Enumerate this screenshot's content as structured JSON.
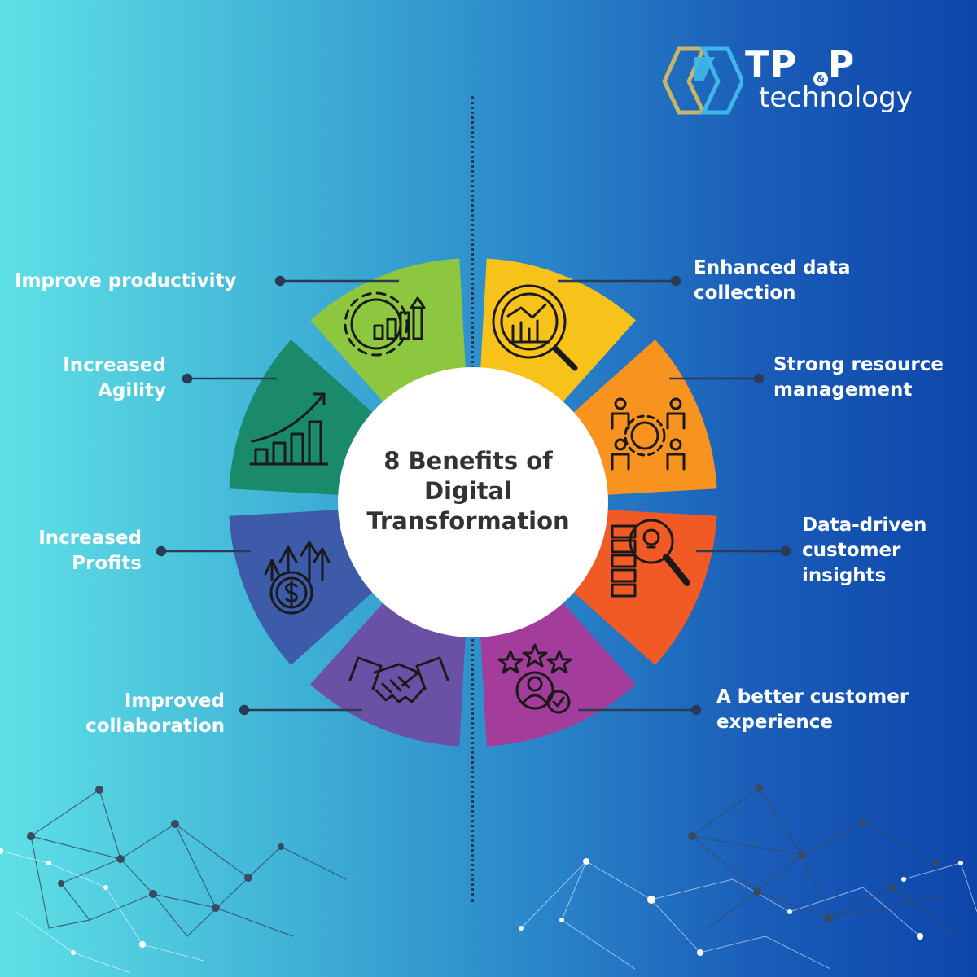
{
  "title": {
    "line1": "8 Benefits of",
    "line2": "Digital",
    "line3": "Transformation"
  },
  "logo": {
    "brand_main": "TP",
    "brand_amp": "&",
    "brand_end": "P",
    "brand_sub": "technology"
  },
  "benefits": [
    {
      "label_line1": "Improve productivity",
      "label_line2": "",
      "color": "#8dc63f",
      "icon": "gear-bar-chart-icon"
    },
    {
      "label_line1": "Enhanced data",
      "label_line2": "collection",
      "color": "#f7c21a",
      "icon": "magnifier-chart-icon"
    },
    {
      "label_line1": "Strong resource",
      "label_line2": "management",
      "color": "#f7931e",
      "icon": "people-gear-icon"
    },
    {
      "label_line1": "Data-driven",
      "label_line2": "customer",
      "label_line3": "insights",
      "color": "#f15a24",
      "icon": "lightbulb-server-icon"
    },
    {
      "label_line1": "A better customer",
      "label_line2": "experience",
      "color": "#a33c9a",
      "icon": "stars-user-check-icon"
    },
    {
      "label_line1": "Improved",
      "label_line2": "collaboration",
      "color": "#6b51a6",
      "icon": "handshake-icon"
    },
    {
      "label_line1": "Increased",
      "label_line2": "Profits",
      "color": "#3d5ba9",
      "icon": "dollar-arrows-icon"
    },
    {
      "label_line1": "Increased",
      "label_line2": "Agility",
      "color": "#1a8a6a",
      "icon": "growth-chart-icon"
    }
  ]
}
